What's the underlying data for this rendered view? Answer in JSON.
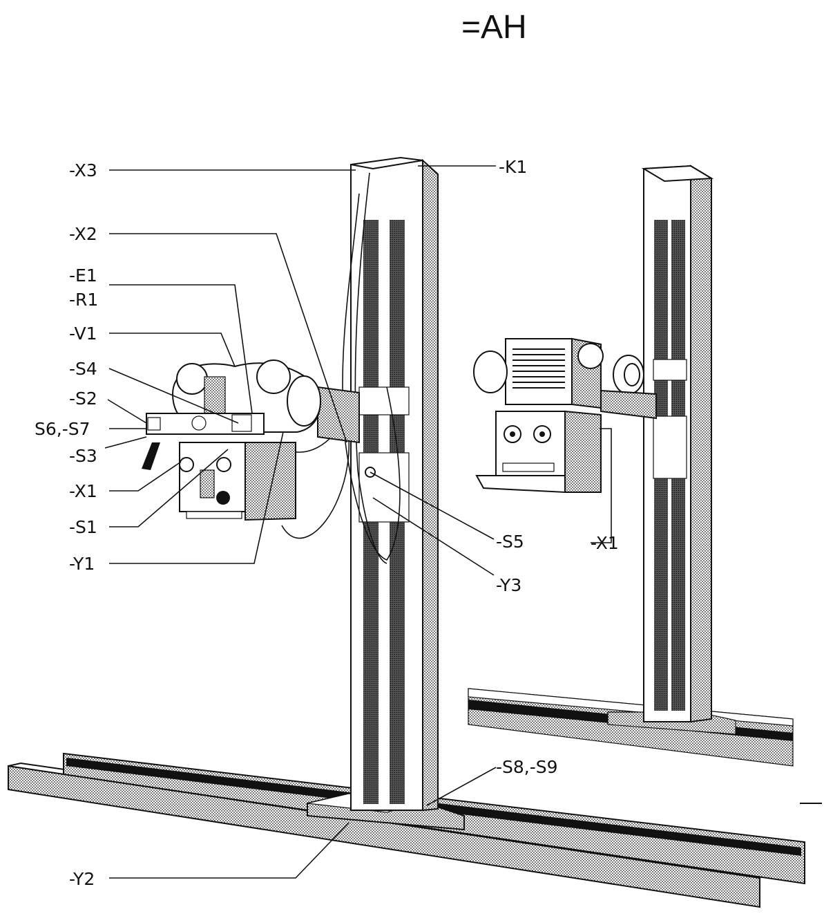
{
  "title": "=AH",
  "labels": {
    "x3": "-X3",
    "k1": "-K1",
    "x2": "-X2",
    "e1": "-E1",
    "r1": "-R1",
    "v1": "-V1",
    "s4": "-S4",
    "s2": "-S2",
    "s6s7": "S6,-S7",
    "s3": "-S3",
    "x1_left": "-X1",
    "s1": "-S1",
    "y1": "-Y1",
    "s5": "-S5",
    "y3": "-Y3",
    "x1_right": "-X1",
    "s8s9": "-S8,-S9",
    "y2": "-Y2"
  },
  "colors": {
    "ink": "#111111",
    "paper": "#ffffff"
  }
}
